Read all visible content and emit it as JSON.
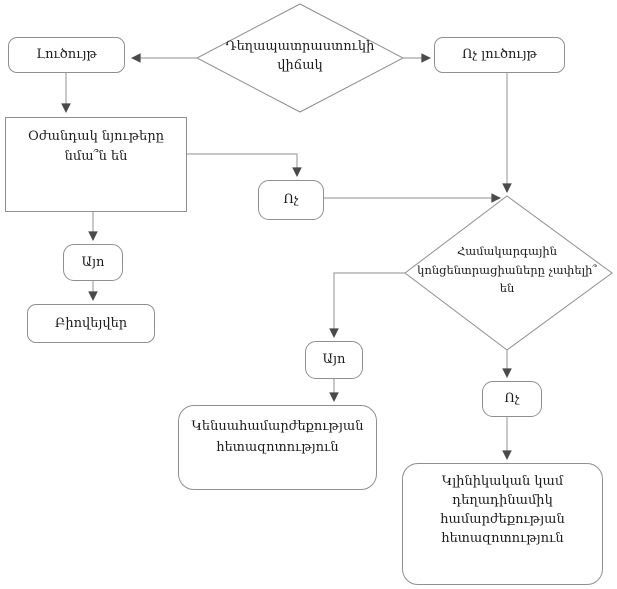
{
  "flowchart": {
    "nodes": {
      "drug_state": {
        "line1": "Դեղապատրաստուկի",
        "line2": "վիճակ"
      },
      "solution": {
        "label": "Լուծույթ"
      },
      "not_solution": {
        "label": "Ոչ լուծույթ"
      },
      "excipients": {
        "line1": "Օժանդակ նյութերը",
        "line2": "նմա՞ն են"
      },
      "no_mid": {
        "label": "Ոչ"
      },
      "yes_left": {
        "label": "Այո"
      },
      "biowaiver": {
        "label": "Բիովեյվեր"
      },
      "systemic": {
        "line1": "Համակարգային",
        "line2": "կոնցենտրացիաները չափելի՞",
        "line3": "են"
      },
      "yes_mid": {
        "label": "Այո"
      },
      "no_right": {
        "label": "Ոչ"
      },
      "bioequivalence": {
        "line1": "Կենսահամարժեքության",
        "line2": "հետազոտություն"
      },
      "clinical": {
        "line1": "Կլինիկական կամ",
        "line2": "դեղադինամիկ",
        "line3": "համարժեքության",
        "line4": "հետազոտություն"
      }
    },
    "colors": {
      "line": "#a3a3a3",
      "border": "#8f8f8f",
      "arrow": "#4a4a4a",
      "text": "#1c1c1c",
      "background": "#ffffff"
    }
  }
}
